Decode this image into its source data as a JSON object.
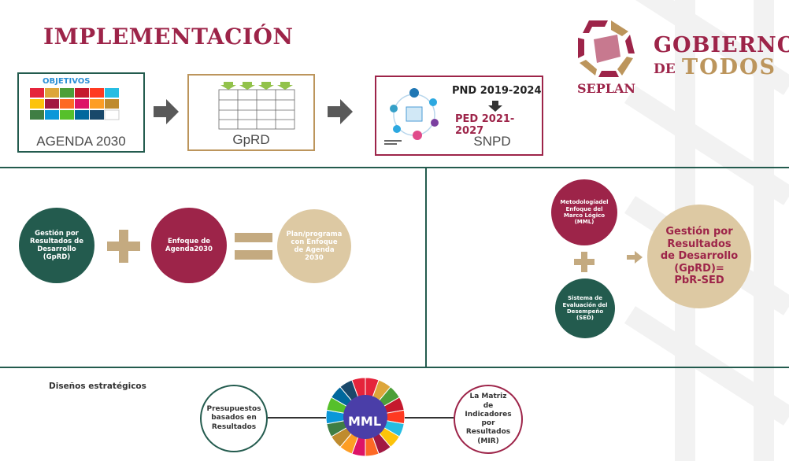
{
  "header": {
    "title": "IMPLEMENTACIÓN",
    "seplan": "SEPLAN",
    "gobierno": "GOBIERNO",
    "de": "DE",
    "todos": "TODOS"
  },
  "top_boxes": {
    "box1": {
      "heading": "OBJETIVOS",
      "label": "AGENDA 2030"
    },
    "box2": {
      "label": "GpRD"
    },
    "box3": {
      "pnd": "PND 2019-2024",
      "ped": "PED 2021-2027",
      "label": "SNPD"
    }
  },
  "middle_left": {
    "circle1": "Gestión por Resultados de Desarrollo (GpRD)",
    "circle2": "Enfoque de Agenda2030",
    "circle3": "Plan/programa con Enfoque de Agenda 2030"
  },
  "middle_right": {
    "mml": "Metodologíadel Enfoque del Marco Lógico (MML)",
    "sed": "Sistema de Evaluación del Desempeño (SED)",
    "result": "Gestión por Resultados de Desarrollo (GpRD)= PbR-SED"
  },
  "bottom": {
    "title": "Diseños estratégicos",
    "left": "Presupuestos basados en Resultados",
    "center": "MML",
    "right": "La Matriz de Indicadores por Resultados (MIR)"
  },
  "colors": {
    "guinda": "#9d2449",
    "green": "#235b4e",
    "gold": "#bc955c",
    "beige": "#ddc9a3"
  }
}
